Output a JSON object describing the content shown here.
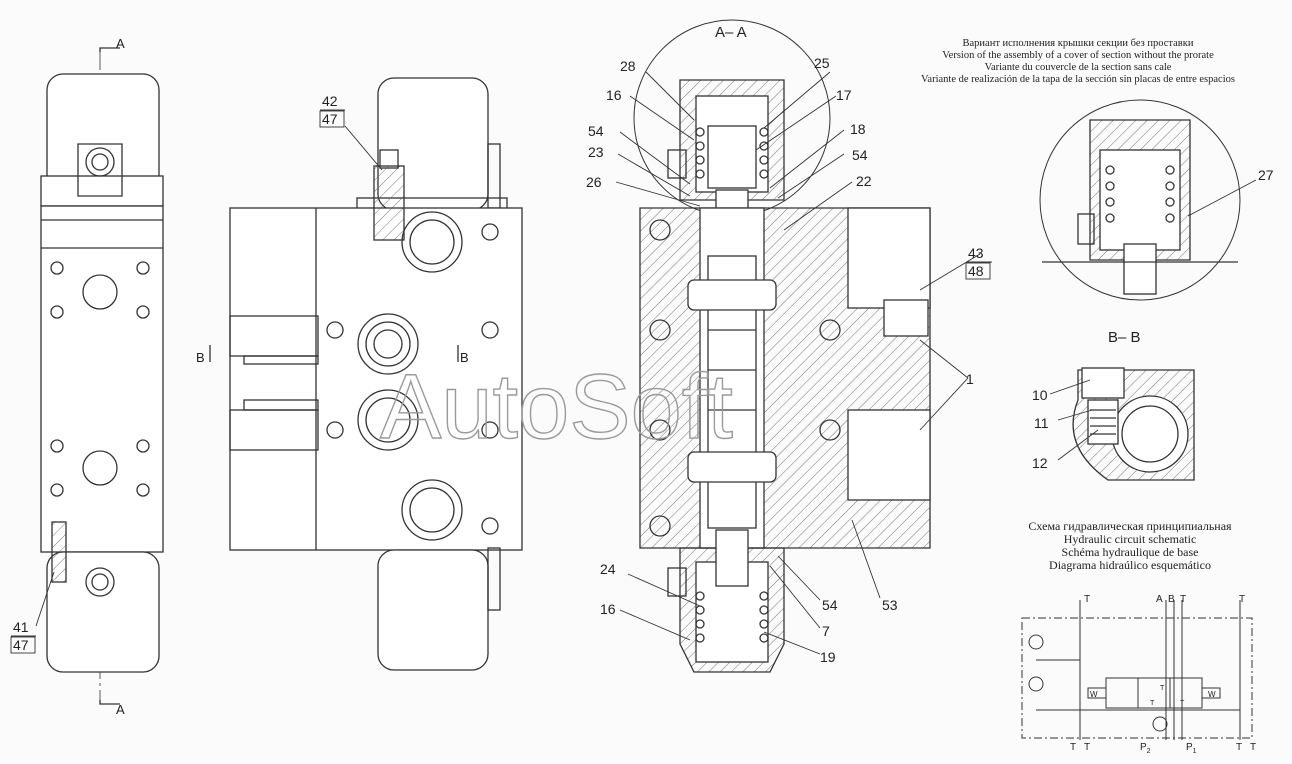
{
  "watermark": "AutoSoft",
  "section_labels": {
    "aa": "A– A",
    "bb": "B– B",
    "a_top": "A",
    "a_bottom": "A",
    "b_left": "B",
    "b_right": "B"
  },
  "variant_note": {
    "ru": "Вариант исполнения крышки секции без проставки",
    "en": "Version of the assembly of a cover of section without the prorate",
    "fr": "Variante du couvercle de la section sans cale",
    "es": "Variante de realización de la tapa de la sección sin placas de entre espacios"
  },
  "schematic_title": {
    "ru": "Схема гидравлическая принципиальная",
    "en": "Hydraulic circuit schematic",
    "fr": "Schéma hydraulique de base",
    "es": "Diagrama hidraúlico esquemático"
  },
  "schematic_ports": {
    "t1": "T",
    "t2": "T",
    "a": "A",
    "b": "B",
    "t3": "T",
    "t4": "T",
    "t5": "T",
    "t6": "T",
    "p2": "P",
    "p2_sub": "2",
    "p1": "P",
    "p1_sub": "1",
    "t7": "T",
    "t8": "T",
    "w1": "W",
    "w2": "W",
    "ta": "T",
    "tb": "T"
  },
  "callouts": {
    "c42": "42",
    "c47a": "47",
    "c41": "41",
    "c47b": "47",
    "c28": "28",
    "c25": "25",
    "c16a": "16",
    "c17": "17",
    "c54a": "54",
    "c18": "18",
    "c23": "23",
    "c54b": "54",
    "c26": "26",
    "c22": "22",
    "c43": "43",
    "c48": "48",
    "c1": "1",
    "c27": "27",
    "c10": "10",
    "c11": "11",
    "c12": "12",
    "c24": "24",
    "c16b": "16",
    "c54c": "54",
    "c53": "53",
    "c7": "7",
    "c19": "19"
  }
}
